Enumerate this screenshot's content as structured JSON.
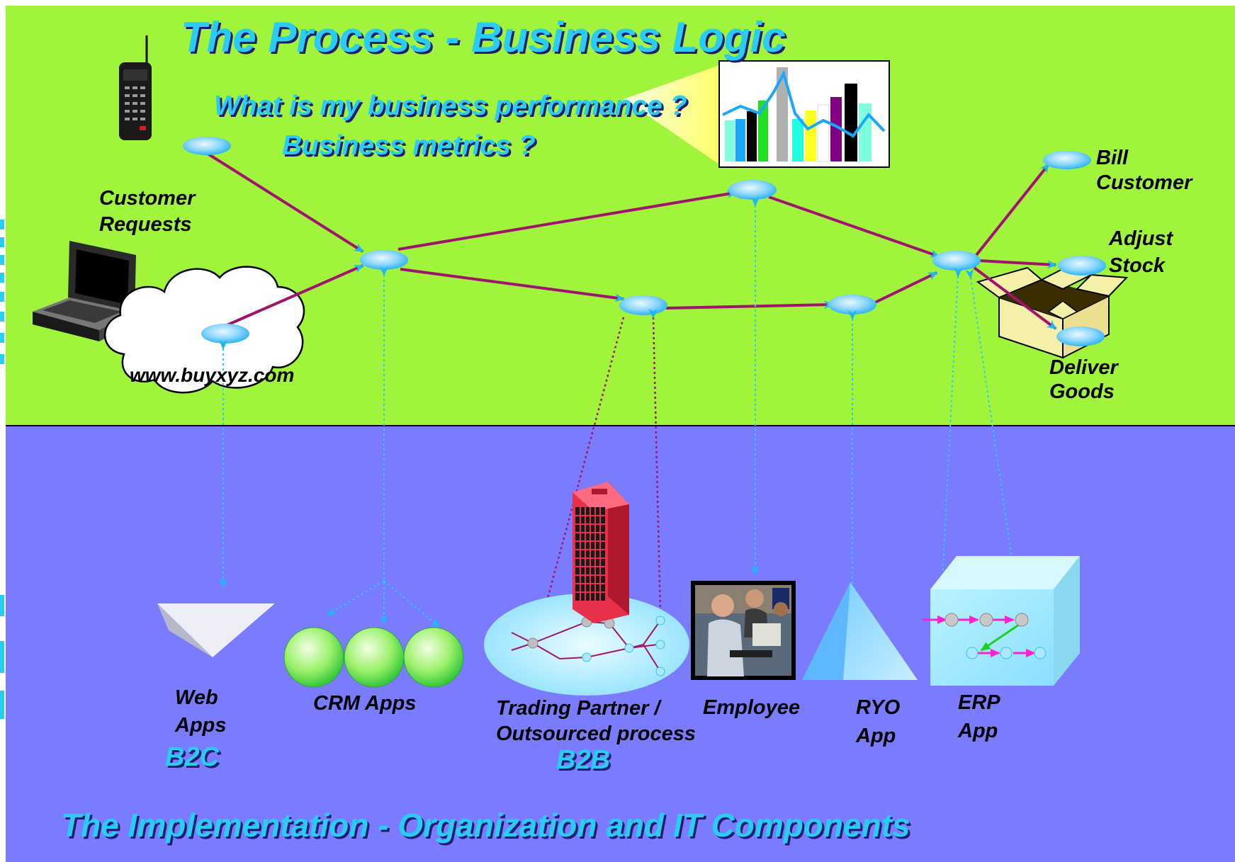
{
  "diagram": {
    "process_title": "The Process - Business Logic",
    "question_line1": "What is my business performance ?",
    "question_line2": "Business metrics ?",
    "implementation_title": "The Implementation - Organization and IT Components",
    "process_labels": {
      "customer_requests": [
        "Customer",
        "Requests"
      ],
      "website": "www.buyxyz.com",
      "bill_customer": [
        "Bill",
        "Customer"
      ],
      "adjust_stock": [
        "Adjust",
        "Stock"
      ],
      "deliver_goods": [
        "Deliver",
        "Goods"
      ]
    },
    "components": {
      "web_apps": [
        "Web",
        "Apps"
      ],
      "b2c": "B2C",
      "crm_apps": "CRM Apps",
      "trading_partner": [
        "Trading Partner /",
        "Outsourced process"
      ],
      "b2b": "B2B",
      "employee": "Employee",
      "ryo_app": [
        "RYO",
        "App"
      ],
      "erp_app": [
        "ERP",
        "App"
      ]
    },
    "colors": {
      "process_band": "#a0f43c",
      "implementation_band": "#7b7bff",
      "flow_arrow": "#a0146e",
      "link_dotted": "#29ccf2",
      "partner_link": "#a0146e",
      "node": "#a8e6ff",
      "title_text": "#29ccf2"
    },
    "icons": [
      "cordless-phone-icon",
      "laptop-icon",
      "cloud-icon",
      "bar-line-chart-icon",
      "box-icon",
      "office-building-icon",
      "employee-photo-icon",
      "pyramid-icon",
      "cube-icon",
      "sphere-icon",
      "wedge-icon"
    ]
  }
}
